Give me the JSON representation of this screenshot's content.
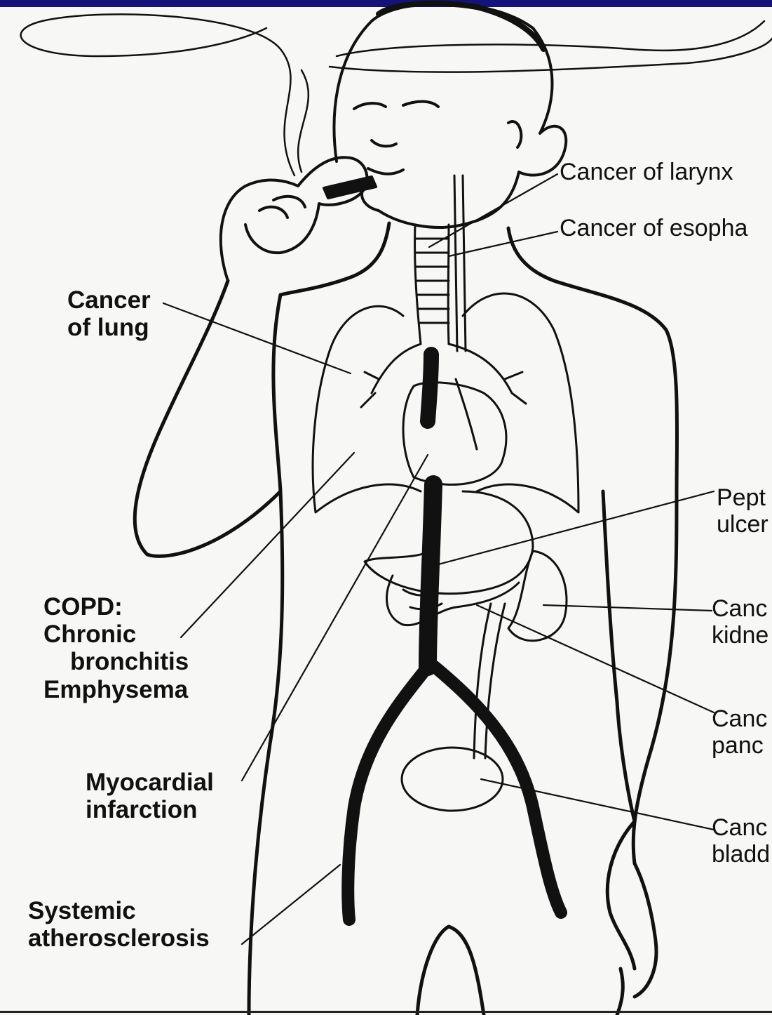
{
  "frame": {
    "top_bar_color": "#13137a",
    "ink_color": "#111111",
    "paper_color": "#f7f7f5"
  },
  "labels": {
    "larynx": "Cancer of larynx",
    "esophagus": "Cancer of esopha",
    "lung": [
      "Cancer",
      "of lung"
    ],
    "peptic": [
      "Pept",
      "ulcer"
    ],
    "copd": [
      "COPD:",
      "Chronic",
      "bronchitis",
      "Emphysema"
    ],
    "kidney": [
      "Canc",
      "kidne"
    ],
    "pancreas": [
      "Canc",
      "panc"
    ],
    "myocardial": [
      "Myocardial",
      "infarction"
    ],
    "bladder": [
      "Canc",
      "bladd"
    ],
    "atherosclerosis": [
      "Systemic",
      "atherosclerosis"
    ]
  }
}
